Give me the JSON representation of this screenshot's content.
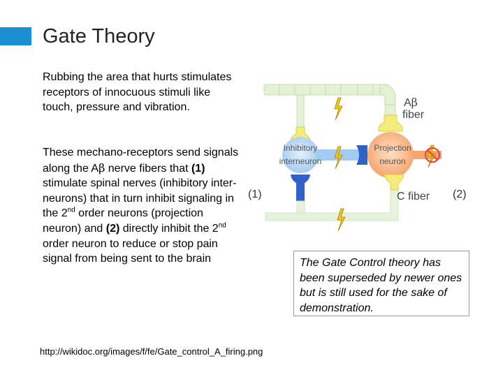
{
  "slide": {
    "title": "Gate Theory",
    "accent_color": "#1b8fd3",
    "paragraph1": "Rubbing the area that hurts stimulates receptors of innocuous stimuli like touch, pressure and vibration.",
    "paragraph2": {
      "t1": "These mechano-receptors send signals along the A",
      "beta": "β",
      "t2": " nerve fibers that ",
      "m1": "(1)",
      "t3": " stimulate spinal nerves (inhibitory inter-neurons) that in turn inhibit signaling in the 2",
      "sup1": "nd",
      "t4": " order neurons (projection neuron) and ",
      "m2": "(2)",
      "t5": " directly inhibit the 2",
      "sup2": "nd",
      "t6": " order neuron to reduce or stop pain signal from being sent to the brain"
    },
    "source_url": "http://wikidoc.org/images/f/fe/Gate_control_A_firing.png",
    "note": "The Gate Control theory has been superseded by newer ones but is still used for the sake of demonstration."
  },
  "diagram": {
    "label_a": "A",
    "label_beta": "β",
    "label_fiber": "fiber",
    "inhibitory_line1": "Inhibitory",
    "inhibitory_line2": "interneuron",
    "projection_line1": "Projection",
    "projection_line2": "neuron",
    "c_fiber": "C fiber",
    "marker1": "(1)",
    "marker2": "(2)"
  }
}
